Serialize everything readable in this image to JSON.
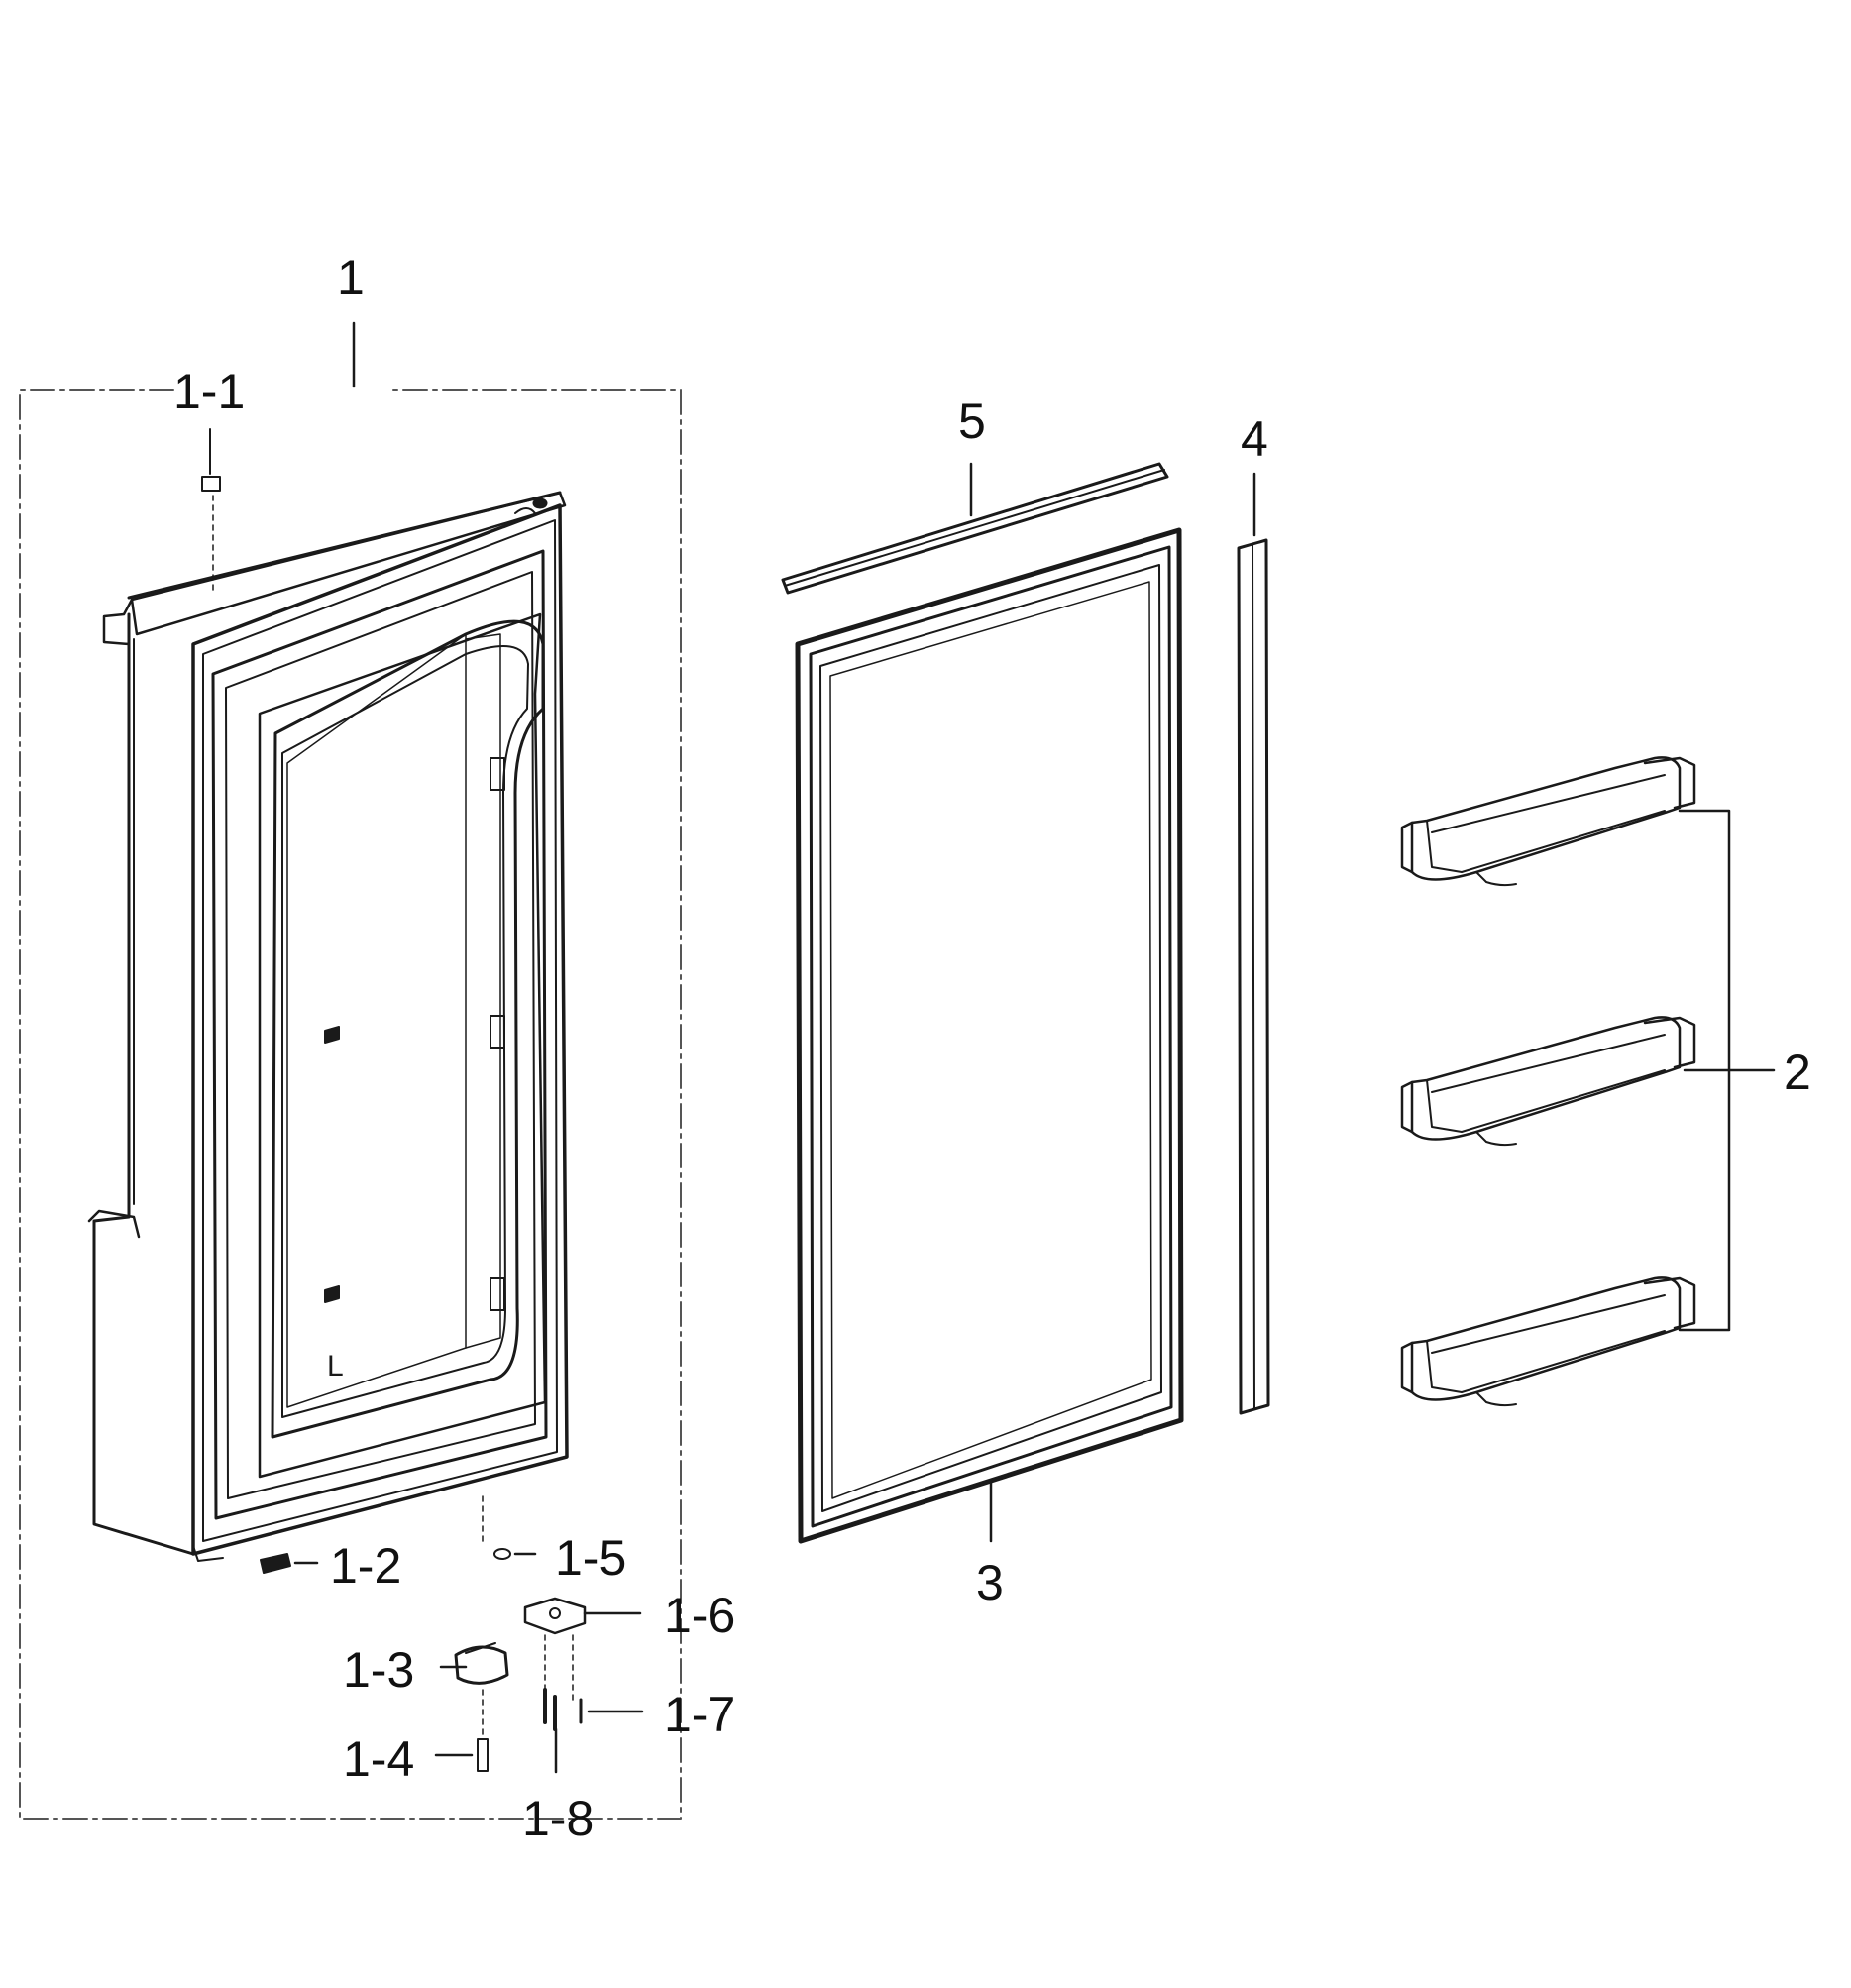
{
  "colors": {
    "line": "#1a1a1a",
    "background": "#ffffff",
    "dash": "#555555"
  },
  "door_marking": "L",
  "callouts": {
    "c1": "1",
    "c1_1": "1-1",
    "c1_2": "1-2",
    "c1_3": "1-3",
    "c1_4": "1-4",
    "c1_5": "1-5",
    "c1_6": "1-6",
    "c1_7": "1-7",
    "c1_8": "1-8",
    "c2": "2",
    "c3": "3",
    "c4": "4",
    "c5": "5"
  }
}
